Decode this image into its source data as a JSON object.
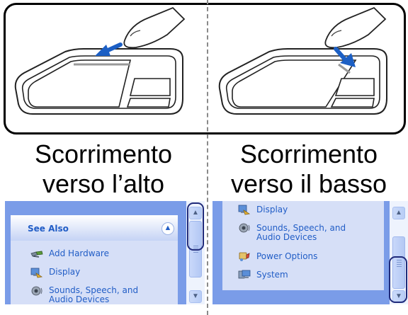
{
  "captions": {
    "scroll_up": [
      "Scorrimento",
      "verso l’alto"
    ],
    "scroll_down": [
      "Scorrimento",
      "verso il basso"
    ]
  },
  "left_window": {
    "section_title": "See Also",
    "items": [
      {
        "label": "Add Hardware",
        "icon": "add-hardware-icon"
      },
      {
        "label": "Display",
        "icon": "display-icon"
      },
      {
        "label": "Sounds, Speech, and",
        "icon": "sounds-speech-icon"
      },
      {
        "label": "Audio Devices",
        "icon": ""
      }
    ]
  },
  "right_window": {
    "items": [
      {
        "label": "Display",
        "icon": "display-icon"
      },
      {
        "label": "Sounds, Speech, and",
        "icon": "sounds-speech-icon"
      },
      {
        "label": "Audio Devices",
        "icon": ""
      },
      {
        "label": "Power Options",
        "icon": "power-options-icon"
      },
      {
        "label": "System",
        "icon": "system-icon"
      }
    ]
  },
  "colors": {
    "xp_blue": "#7a9ce8",
    "link": "#215dc6",
    "arrow": "#1c5fc4",
    "highlight": "#1f2a7a"
  }
}
